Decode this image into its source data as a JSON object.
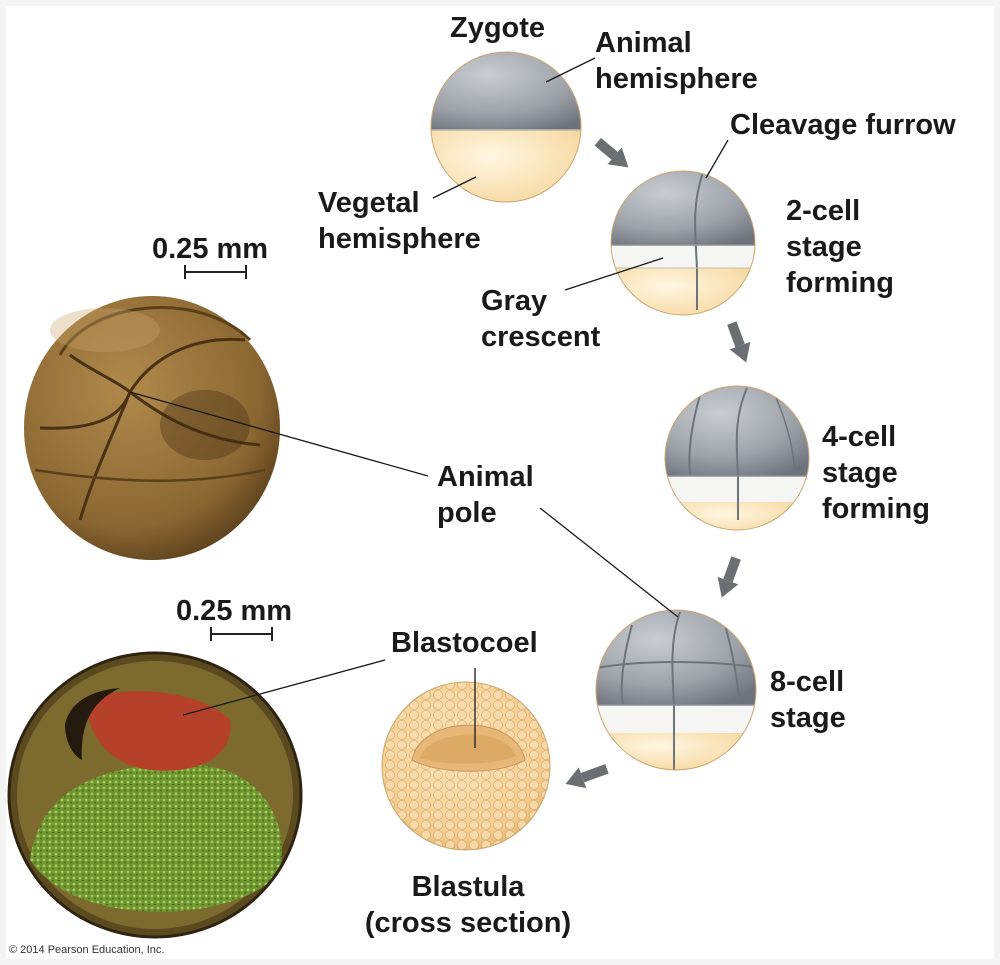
{
  "labels": {
    "zygote": "Zygote",
    "animal_hemisphere": [
      "Animal",
      "hemisphere"
    ],
    "vegetal_hemisphere": [
      "Vegetal",
      "hemisphere"
    ],
    "cleavage_furrow": "Cleavage furrow",
    "two_cell": [
      "2-cell",
      "stage",
      "forming"
    ],
    "gray_crescent": [
      "Gray",
      "crescent"
    ],
    "four_cell": [
      "4-cell",
      "stage",
      "forming"
    ],
    "animal_pole": [
      "Animal",
      "pole"
    ],
    "eight_cell": [
      "8-cell",
      "stage"
    ],
    "blastocoel": "Blastocoel",
    "blastula": [
      "Blastula",
      "(cross section)"
    ],
    "scale_top": "0.25 mm",
    "scale_bottom": "0.25 mm"
  },
  "copyright": "© 2014 Pearson Education, Inc.",
  "colors": {
    "gray_animal": "#9aa0a8",
    "yolk": "#f6dca6",
    "crescent": "#f4f5f3",
    "arrow": "#6b6e72",
    "micrograph_brown": "#8b6a36",
    "blastula_red": "#b5412a",
    "blastula_green": "#7ea23a"
  }
}
